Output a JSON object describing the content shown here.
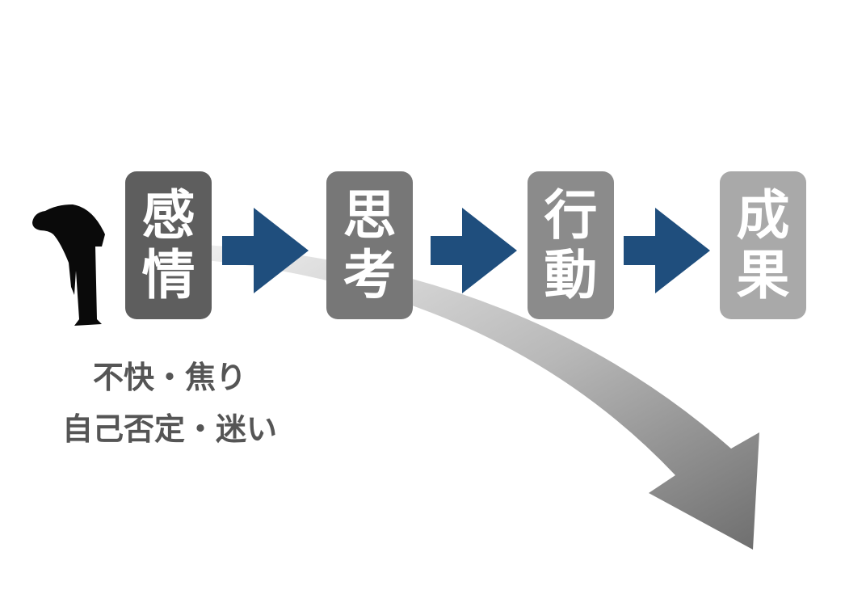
{
  "steps": [
    {
      "char1": "感",
      "char2": "情",
      "color": "#5e5e5e"
    },
    {
      "char1": "思",
      "char2": "考",
      "color": "#777777"
    },
    {
      "char1": "行",
      "char2": "動",
      "color": "#8b8b8b"
    },
    {
      "char1": "成",
      "char2": "果",
      "color": "#a9a9a9"
    }
  ],
  "arrow_color": "#1f4e7d",
  "captions": [
    "不快・焦り",
    "自己否定・迷い"
  ],
  "icons": [
    "bowing-person-icon",
    "right-arrow-icon",
    "downward-curve-arrow-icon"
  ]
}
